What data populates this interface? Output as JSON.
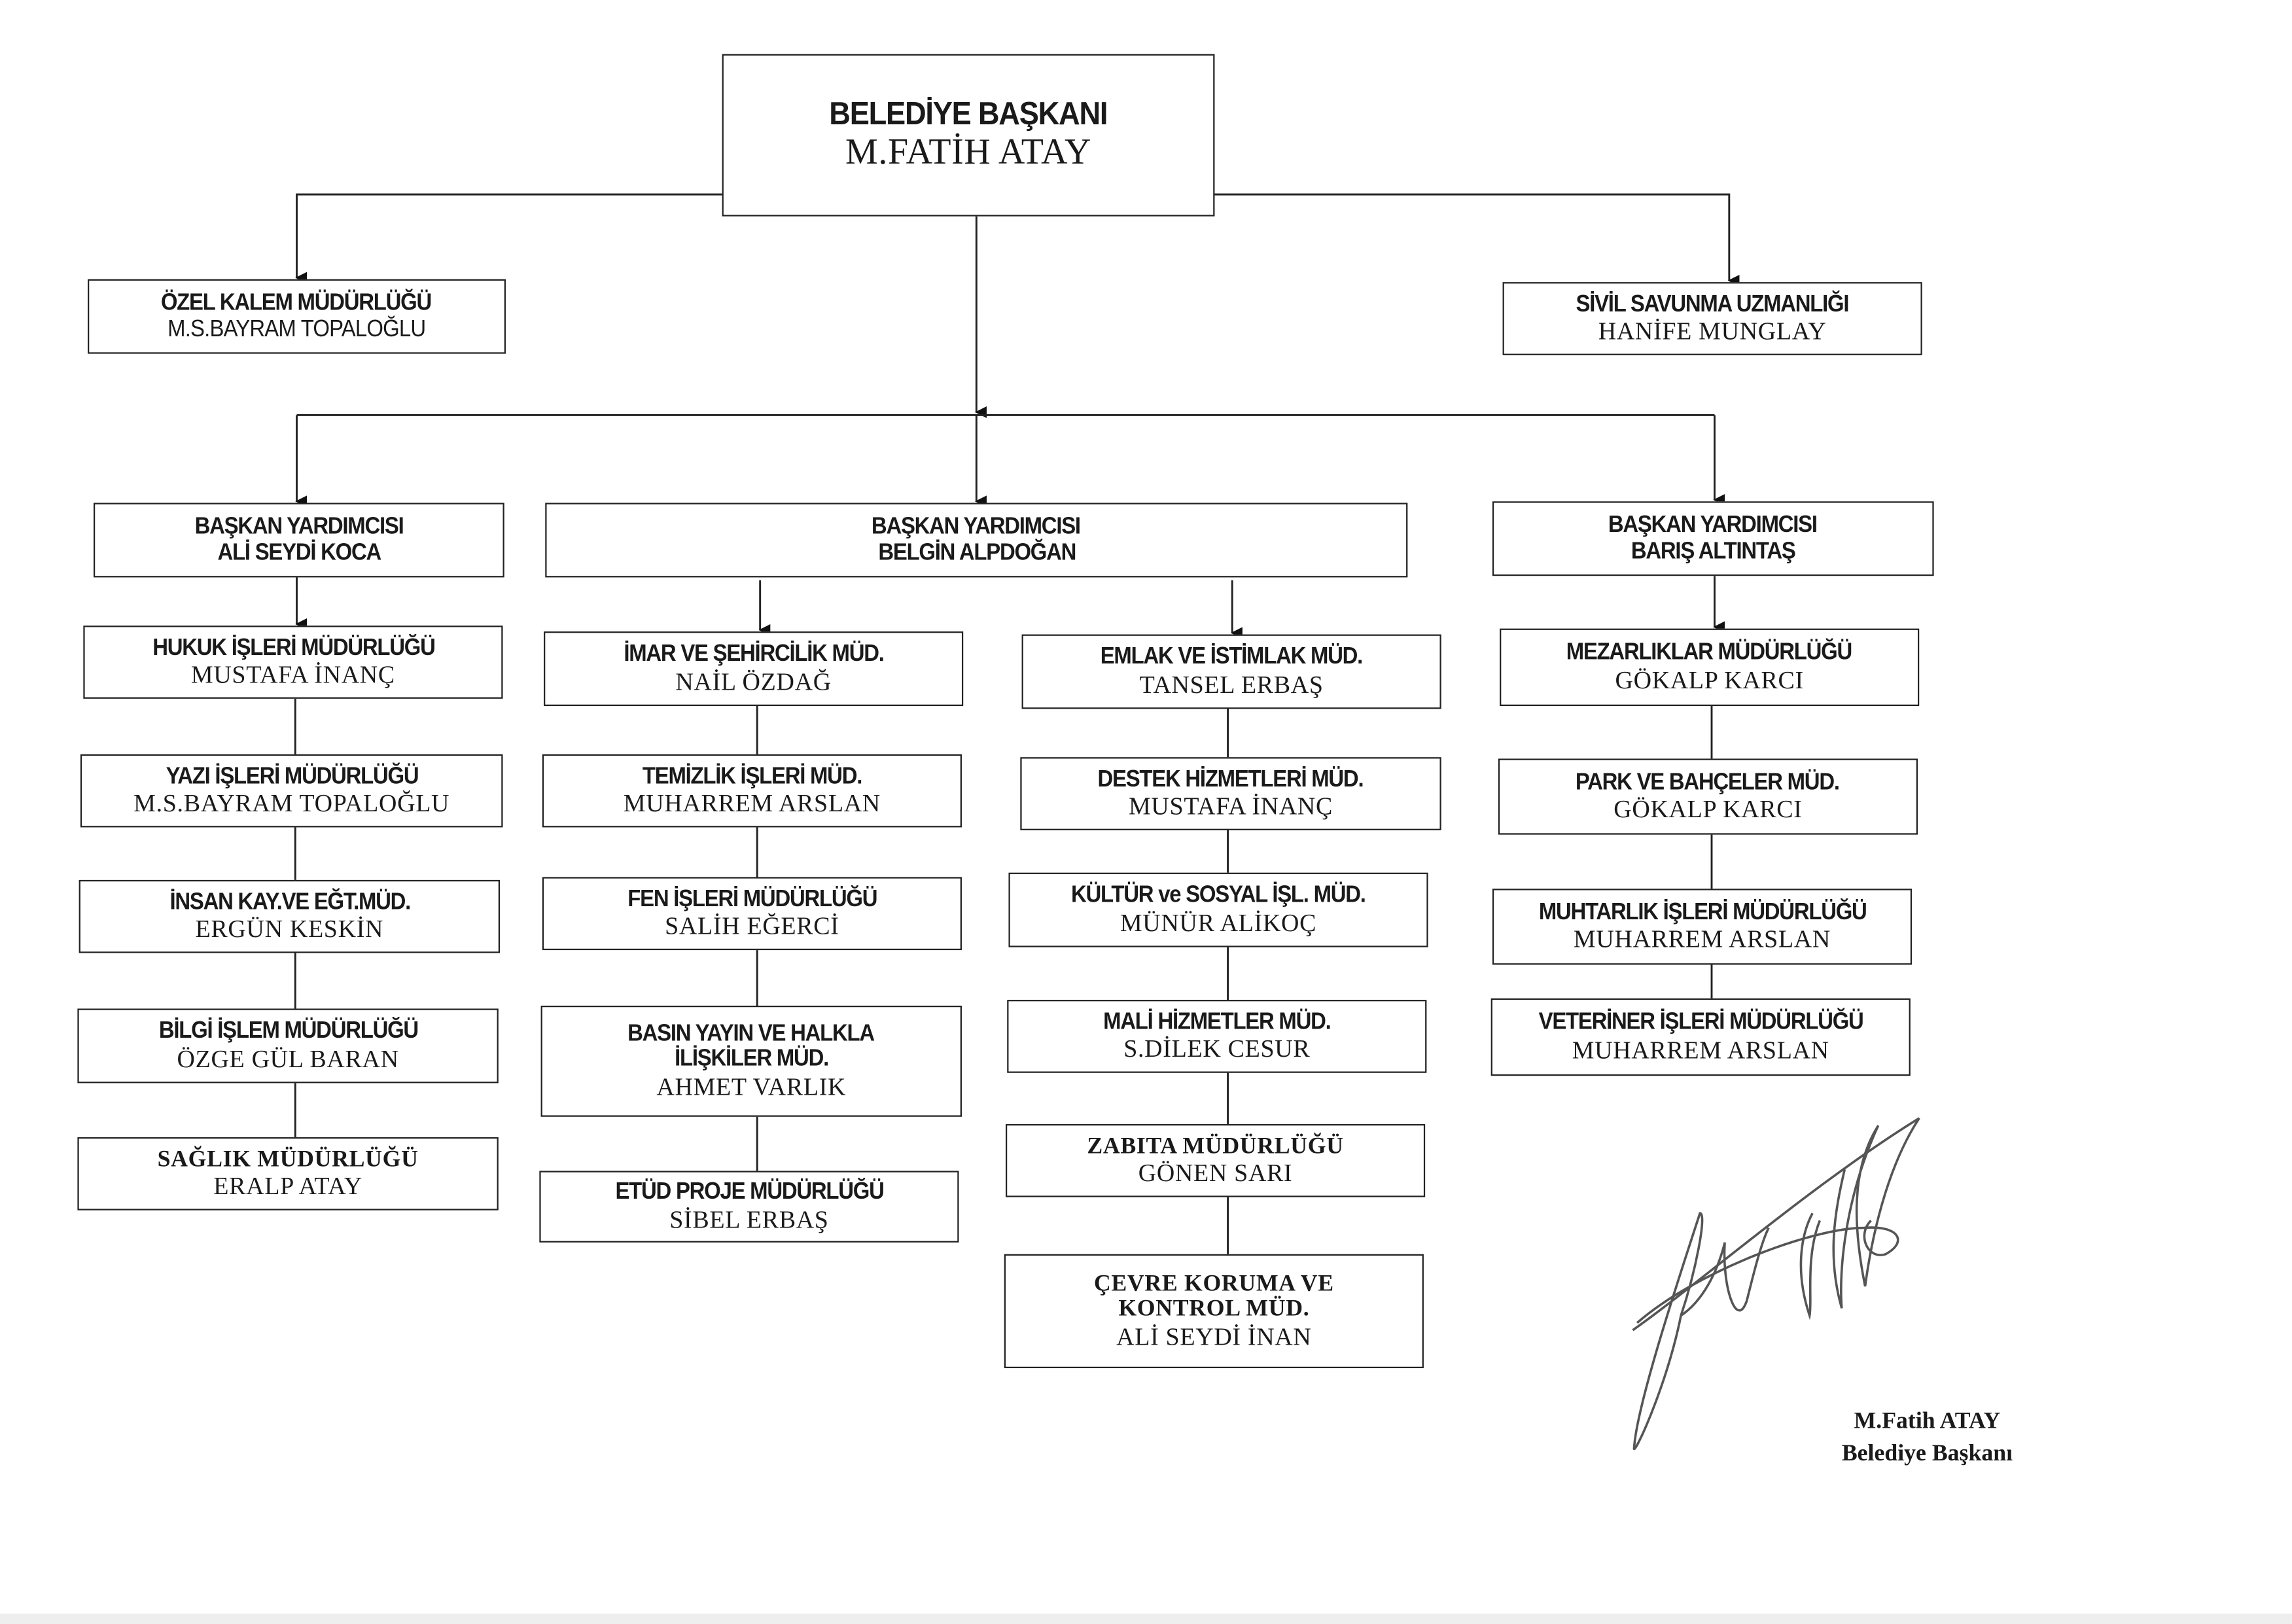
{
  "mayor": {
    "title": "BELEDİYE BAŞKANI",
    "name": "M.FATİH ATAY"
  },
  "staff_units": [
    {
      "title_lines": [
        "ÖZEL KALEM MÜDÜRLÜĞÜ"
      ],
      "name": "M.S.BAYRAM TOPALOĞLU"
    },
    {
      "title_lines": [
        "SİVİL SAVUNMA UZMANLIĞI"
      ],
      "name": "HANİFE MUNGLAY"
    }
  ],
  "deputies": [
    {
      "title_lines": [
        "BAŞKAN YARDIMCISI",
        "ALİ SEYDİ KOCA"
      ]
    },
    {
      "title_lines": [
        "BAŞKAN YARDIMCISI",
        "BELGİN ALPDOĞAN"
      ]
    },
    {
      "title_lines": [
        "BAŞKAN YARDIMCISI",
        "BARIŞ ALTINTAŞ"
      ]
    }
  ],
  "departments": [
    {
      "title_lines": [
        "HUKUK İŞLERİ MÜDÜRLÜĞÜ"
      ],
      "name": "MUSTAFA İNANÇ"
    },
    {
      "title_lines": [
        "YAZI İŞLERİ MÜDÜRLÜĞÜ"
      ],
      "name": "M.S.BAYRAM TOPALOĞLU"
    },
    {
      "title_lines": [
        "İNSAN KAY.VE EĞT.MÜD."
      ],
      "name": "ERGÜN KESKİN"
    },
    {
      "title_lines": [
        "BİLGİ İŞLEM MÜDÜRLÜĞÜ"
      ],
      "name": "ÖZGE GÜL BARAN"
    },
    {
      "title_lines": [
        "SAĞLIK MÜDÜRLÜĞÜ"
      ],
      "name": "ERALP ATAY"
    },
    {
      "title_lines": [
        "İMAR VE ŞEHİRCİLİK MÜD."
      ],
      "name": "NAİL ÖZDAĞ"
    },
    {
      "title_lines": [
        "TEMİZLİK İŞLERİ MÜD."
      ],
      "name": "MUHARREM ARSLAN"
    },
    {
      "title_lines": [
        "FEN İŞLERİ MÜDÜRLÜĞÜ"
      ],
      "name": "SALİH EĞERCİ"
    },
    {
      "title_lines": [
        "BASIN YAYIN VE HALKLA",
        "İLİŞKİLER MÜD."
      ],
      "name": "AHMET VARLIK"
    },
    {
      "title_lines": [
        "ETÜD PROJE MÜDÜRLÜĞÜ"
      ],
      "name": "SİBEL ERBAŞ"
    },
    {
      "title_lines": [
        "EMLAK VE İSTİMLAK MÜD."
      ],
      "name": "TANSEL ERBAŞ"
    },
    {
      "title_lines": [
        "DESTEK HİZMETLERİ MÜD."
      ],
      "name": "MUSTAFA İNANÇ"
    },
    {
      "title_lines": [
        "KÜLTÜR ve SOSYAL İŞL. MÜD."
      ],
      "name": "MÜNÜR ALİKOÇ"
    },
    {
      "title_lines": [
        "MALİ HİZMETLER MÜD."
      ],
      "name": "S.DİLEK CESUR"
    },
    {
      "title_lines": [
        "ZABITA MÜDÜRLÜĞÜ"
      ],
      "name": "GÖNEN SARI"
    },
    {
      "title_lines": [
        "ÇEVRE KORUMA VE",
        "KONTROL MÜD."
      ],
      "name": "ALİ SEYDİ İNAN"
    },
    {
      "title_lines": [
        "MEZARLIKLAR MÜDÜRLÜĞÜ"
      ],
      "name": "GÖKALP KARCI"
    },
    {
      "title_lines": [
        "PARK VE BAHÇELER MÜD."
      ],
      "name": "GÖKALP KARCI"
    },
    {
      "title_lines": [
        "MUHTARLIK İŞLERİ MÜDÜRLÜĞÜ"
      ],
      "name": "MUHARREM ARSLAN"
    },
    {
      "title_lines": [
        "VETERİNER İŞLERİ MÜDÜRLÜĞÜ"
      ],
      "name": "MUHARREM ARSLAN"
    }
  ],
  "signature_block": {
    "name": "M.Fatih ATAY",
    "title": "Belediye Başkanı"
  }
}
